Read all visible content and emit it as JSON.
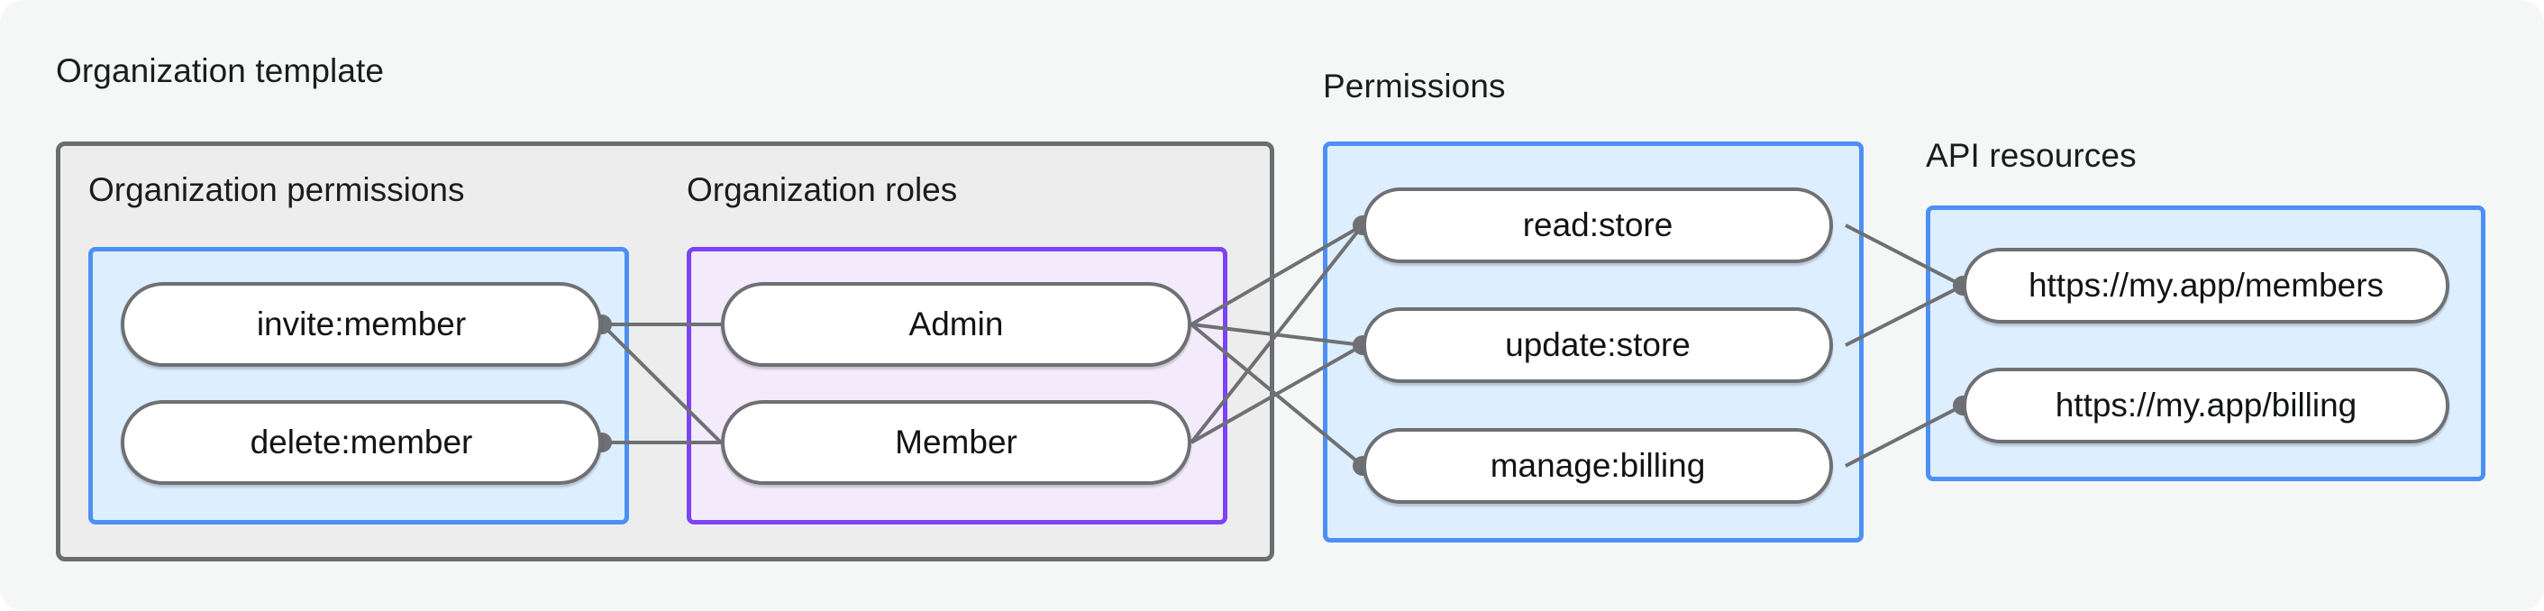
{
  "diagram": {
    "title_org_template": "Organization template",
    "title_permissions": "Permissions",
    "title_api_resources": "API resources",
    "subtitle_org_permissions": "Organization permissions",
    "subtitle_org_roles": "Organization roles",
    "colors": {
      "background": "#f5f7f7",
      "outer_box_fill": "#ededed",
      "outer_box_border": "#6b6d70",
      "blue_box_fill": "#ddeeff",
      "blue_box_border": "#4d90f5",
      "purple_box_fill": "#f3ebfc",
      "purple_box_border": "#7c43f5",
      "node_fill": "#ffffff",
      "node_border": "#6e7073",
      "edge": "#6e7073",
      "text": "#111314"
    },
    "groups": {
      "organization_permissions": {
        "label": "Organization permissions",
        "nodes": [
          "invite:member",
          "delete:member"
        ]
      },
      "organization_roles": {
        "label": "Organization roles",
        "nodes": [
          "Admin",
          "Member"
        ]
      },
      "permissions": {
        "label": "Permissions",
        "nodes": [
          "read:store",
          "update:store",
          "manage:billing"
        ]
      },
      "api_resources": {
        "label": "API resources",
        "nodes": [
          "https://my.app/members",
          "https://my.app/billing"
        ]
      }
    },
    "nodes": {
      "invite_member": "invite:member",
      "delete_member": "delete:member",
      "admin": "Admin",
      "member": "Member",
      "read_store": "read:store",
      "update_store": "update:store",
      "manage_billing": "manage:billing",
      "api_members": "https://my.app/members",
      "api_billing": "https://my.app/billing"
    },
    "edges": [
      {
        "from": "invite:member",
        "to": "Admin"
      },
      {
        "from": "invite:member",
        "to": "Member"
      },
      {
        "from": "delete:member",
        "to": "Member"
      },
      {
        "from": "Admin",
        "to": "read:store"
      },
      {
        "from": "Admin",
        "to": "update:store"
      },
      {
        "from": "Admin",
        "to": "manage:billing"
      },
      {
        "from": "Member",
        "to": "read:store"
      },
      {
        "from": "Member",
        "to": "update:store"
      },
      {
        "from": "read:store",
        "to": "https://my.app/members"
      },
      {
        "from": "update:store",
        "to": "https://my.app/members"
      },
      {
        "from": "manage:billing",
        "to": "https://my.app/billing"
      }
    ]
  }
}
